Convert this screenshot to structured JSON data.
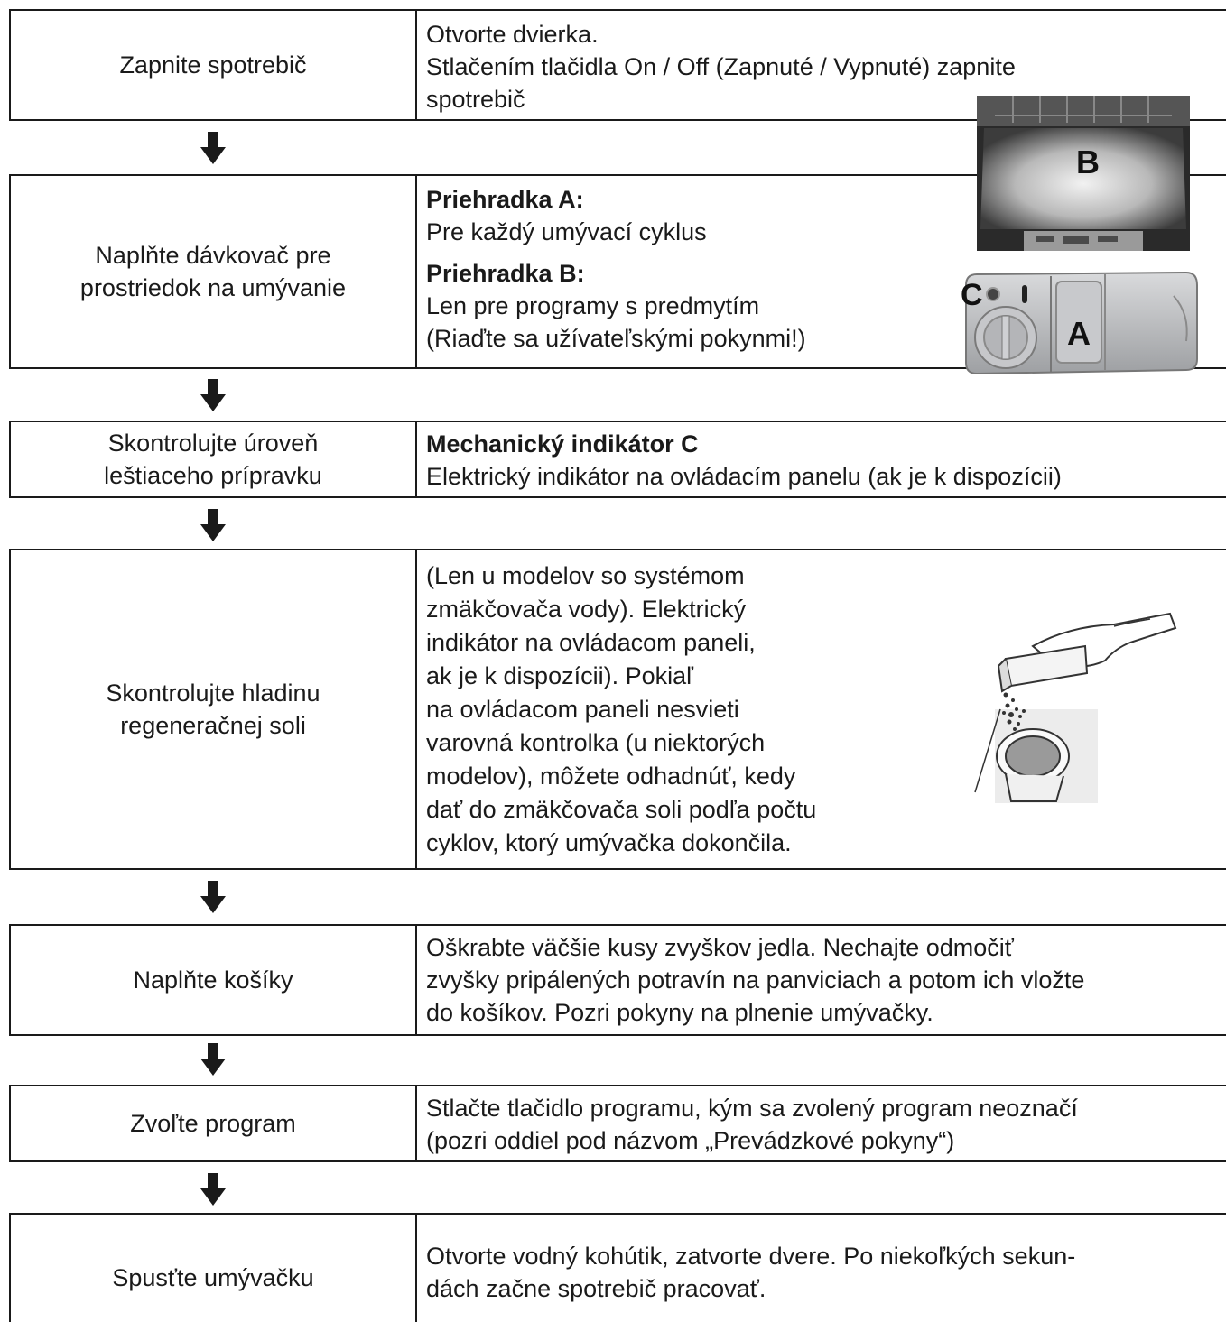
{
  "steps": [
    {
      "left": "Zapnite spotrebič",
      "lines": [
        "Otvorte dvierka.",
        "Stlačením tlačidla On / Off (Zapnuté / Vypnuté) zapnite",
        "spotrebič"
      ]
    },
    {
      "left": "Naplňte dávkovač pre prostriedok na umývanie",
      "a_title": "Priehradka A:",
      "a_text": "Pre každý umývací cyklus",
      "b_title": "Priehradka B:",
      "b_text_1": "Len pre programy s predmytím",
      "b_text_2": "(Riaďte sa užívateľskými pokynmi!)",
      "photo_b_label": "B",
      "photo_a_label": "A",
      "photo_c_label": "C"
    },
    {
      "left_1": "Skontrolujte úroveň",
      "left_2": "leštiaceho prípravku",
      "title": "Mechanický indikátor C",
      "text": "Elektrický indikátor na ovládacím panelu (ak je k dispozícii)"
    },
    {
      "left_1": "Skontrolujte hladinu",
      "left_2": "regeneračnej soli",
      "lines": [
        "(Len u modelov so systémom",
        "zmäkčovača vody). Elektrický",
        "indikátor na ovládacom paneli,",
        "ak je k dispozícii). Pokiaľ",
        "na ovládacom paneli nesvieti",
        "varovná kontrolka (u niektorých",
        "modelov), môžete odhadnúť, kedy",
        "dať do zmäkčovača soli podľa počtu",
        "cyklov, ktorý umývačka dokončila."
      ]
    },
    {
      "left": "Naplňte košíky",
      "lines": [
        "Oškrabte väčšie kusy zvyškov jedla. Nechajte odmočiť",
        "zvyšky pripálených potravín na panviciach a potom ich vložte",
        "do košíkov. Pozri pokyny na plnenie umývačky."
      ]
    },
    {
      "left": "Zvoľte program",
      "lines": [
        "Stlačte tlačidlo programu, kým sa zvolený program neoznačí",
        "(pozri oddiel pod názvom „Prevádzkové pokyny“)"
      ]
    },
    {
      "left": "Spusťte umývačku",
      "lines": [
        "Otvorte vodný kohútik, zatvorte dvere. Po niekoľkých sekun-",
        "dách začne spotrebič pracovať."
      ]
    }
  ],
  "arrow_icon": "arrow-down-icon"
}
